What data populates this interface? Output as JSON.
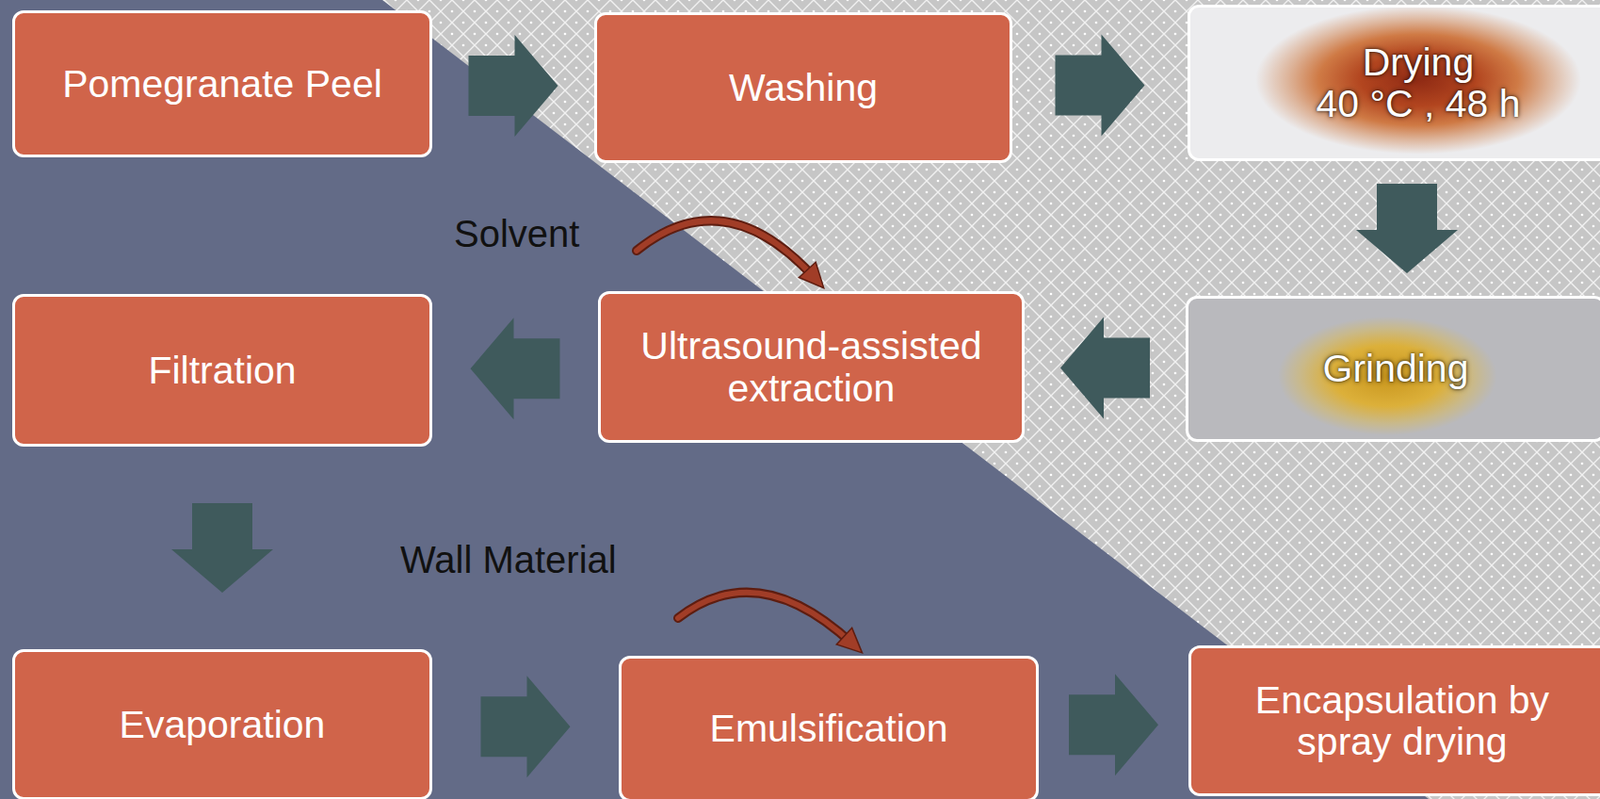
{
  "diagram": {
    "nodes": [
      {
        "text": [
          "Pomegranate Peel"
        ]
      },
      {
        "text": [
          "Washing"
        ]
      },
      {
        "text": [
          "Drying",
          "40 °C , 48 h"
        ]
      },
      {
        "text": [
          "Grinding"
        ]
      },
      {
        "text": [
          "Ultrasound-assisted extraction"
        ]
      },
      {
        "text": [
          "Filtration"
        ]
      },
      {
        "text": [
          "Evaporation"
        ]
      },
      {
        "text": [
          "Emulsification"
        ]
      },
      {
        "text": [
          "Encapsulation by spray drying"
        ]
      }
    ],
    "edges": [
      {
        "from": 0,
        "to": 1,
        "arrow": "to"
      },
      {
        "from": 1,
        "to": 2,
        "arrow": "to"
      },
      {
        "from": 2,
        "to": 3,
        "arrow": "to"
      },
      {
        "from": 3,
        "to": 4,
        "arrow": "to"
      },
      {
        "from": 4,
        "to": 5,
        "arrow": "to"
      },
      {
        "from": 5,
        "to": 6,
        "arrow": "to"
      },
      {
        "from": 6,
        "to": 7,
        "arrow": "to"
      },
      {
        "from": 7,
        "to": 8,
        "arrow": "to"
      }
    ],
    "labels": [
      "Solvent",
      "Wall Material"
    ]
  }
}
